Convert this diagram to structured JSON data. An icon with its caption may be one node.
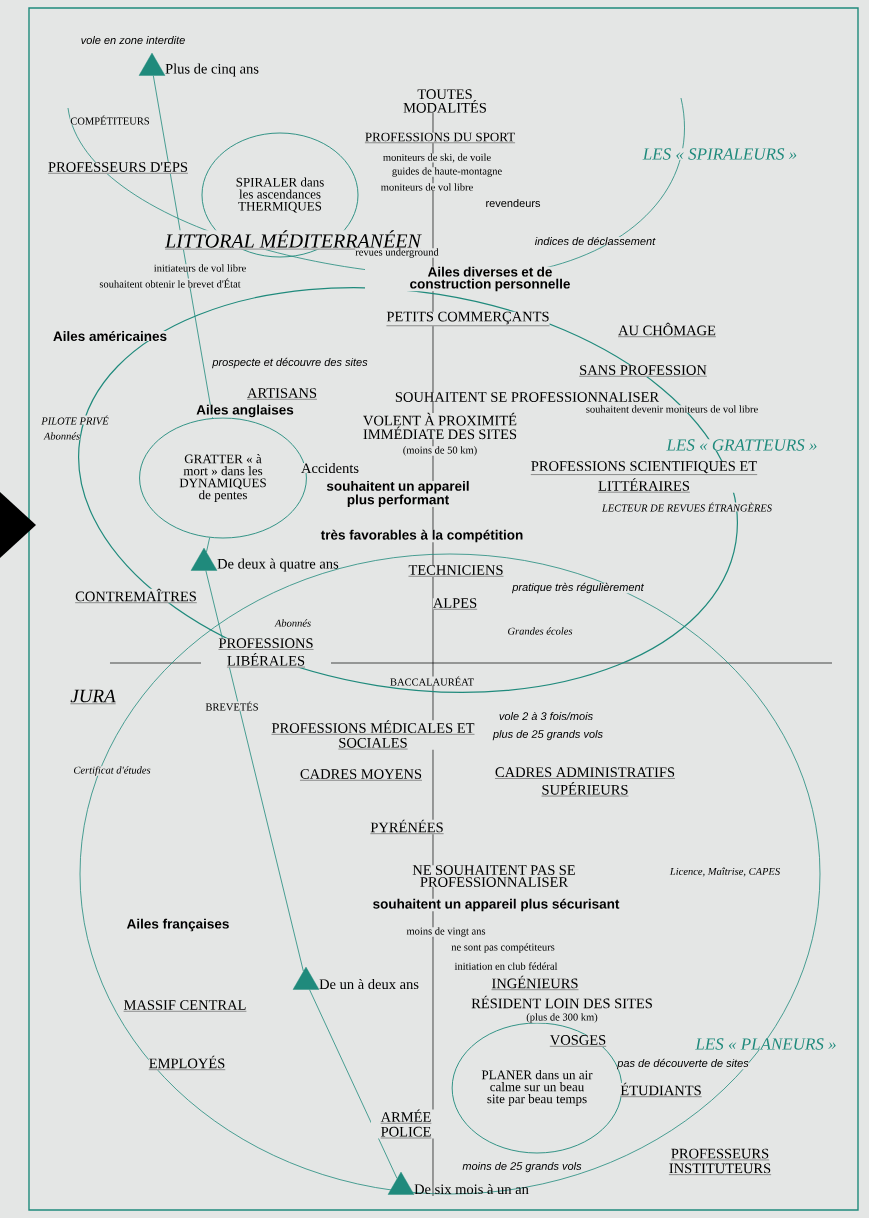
{
  "diagram": {
    "nodes": [
      {
        "text": [],
        "shape": "triangle",
        "beside": [
          "Plus de cinq ans"
        ]
      },
      {
        "text": [
          "SPIRALER dans les ascendances THERMIQUES"
        ]
      },
      {
        "text": [
          "GRATTER « à mort » dans les DYNAMIQUES de pentes"
        ]
      },
      {
        "text": [],
        "shape": "triangle",
        "beside": [
          "De deux à quatre ans"
        ]
      },
      {
        "text": [],
        "shape": "triangle",
        "beside": [
          "De un à deux ans"
        ]
      },
      {
        "text": [
          "PLANER dans un air calme sur un beau site par beau temps"
        ]
      },
      {
        "text": [],
        "shape": "triangle",
        "beside": [
          "De six mois à un an"
        ]
      }
    ],
    "edges": [
      {
        "from": 6,
        "to": 4,
        "arrow": "none"
      },
      {
        "from": 4,
        "to": 3,
        "arrow": "none"
      },
      {
        "from": 3,
        "to": 2,
        "arrow": "none"
      },
      {
        "from": 2,
        "to": 0,
        "arrow": "none"
      }
    ],
    "labels": [
      "vole en zone interdite",
      "TOUTES MODALITÉS",
      "COMPÉTITEURS",
      "PROFESSIONS DU SPORT",
      "moniteurs de ski, de voile",
      "guides de haute-montagne",
      "moniteurs de vol libre",
      "revendeurs",
      "PROFESSEURS D'EPS",
      "LES « SPIRALEURS »",
      "LITTORAL MÉDITERRANÉEN",
      "revues underground",
      "indices de déclassement",
      "initiateurs de vol libre",
      "souhaitent obtenir le brevet d'État",
      "Ailes diverses et de construction personnelle",
      "Ailes américaines",
      "PETITS COMMERÇANTS",
      "AU CHÔMAGE",
      "prospecte et découvre des sites",
      "SANS PROFESSION",
      "ARTISANS",
      "SOUHAITENT SE PROFESSIONNALISER",
      "Ailes anglaises",
      "souhaitent devenir moniteurs de vol libre",
      "PILOTE PRIVÉ",
      "Abonnés",
      "VOLENT À PROXIMITÉ IMMÉDIATE DES SITES",
      "(moins de 50 km)",
      "LES « GRATTEURS »",
      "Accidents",
      "souhaitent un appareil plus performant",
      "PROFESSIONS SCIENTIFIQUES ET LITTÉRAIRES",
      "LECTEUR DE REVUES ÉTRANGÈRES",
      "très favorables à la compétition",
      "TECHNICIENS",
      "pratique très régulièrement",
      "CONTREMAÎTRES",
      "ALPES",
      "Abonnés",
      "Grandes écoles",
      "PROFESSIONS LIBÉRALES",
      "BACCALAURÉAT",
      "JURA",
      "BREVETÉS",
      "vole 2 à 3 fois/mois",
      "PROFESSIONS MÉDICALES ET SOCIALES",
      "plus de 25 grands vols",
      "Certificat d'études",
      "CADRES MOYENS",
      "CADRES ADMINISTRATIFS SUPÉRIEURS",
      "PYRÉNÉES",
      "NE SOUHAITENT PAS SE PROFESSIONNALISER",
      "Licence, Maîtrise, CAPES",
      "souhaitent un appareil plus sécurisant",
      "Ailes françaises",
      "moins de vingt ans",
      "ne sont pas compétiteurs",
      "initiation en club fédéral",
      "INGÉNIEURS",
      "RÉSIDENT LOIN DES SITES",
      "(plus de 300 km)",
      "MASSIF CENTRAL",
      "VOSGES",
      "LES « PLANEURS »",
      "pas de découverte de sites",
      "EMPLOYÉS",
      "ÉTUDIANTS",
      "ARMÉE POLICE",
      "moins de 25 grands vols",
      "PROFESSEURS INSTITUTEURS"
    ]
  }
}
